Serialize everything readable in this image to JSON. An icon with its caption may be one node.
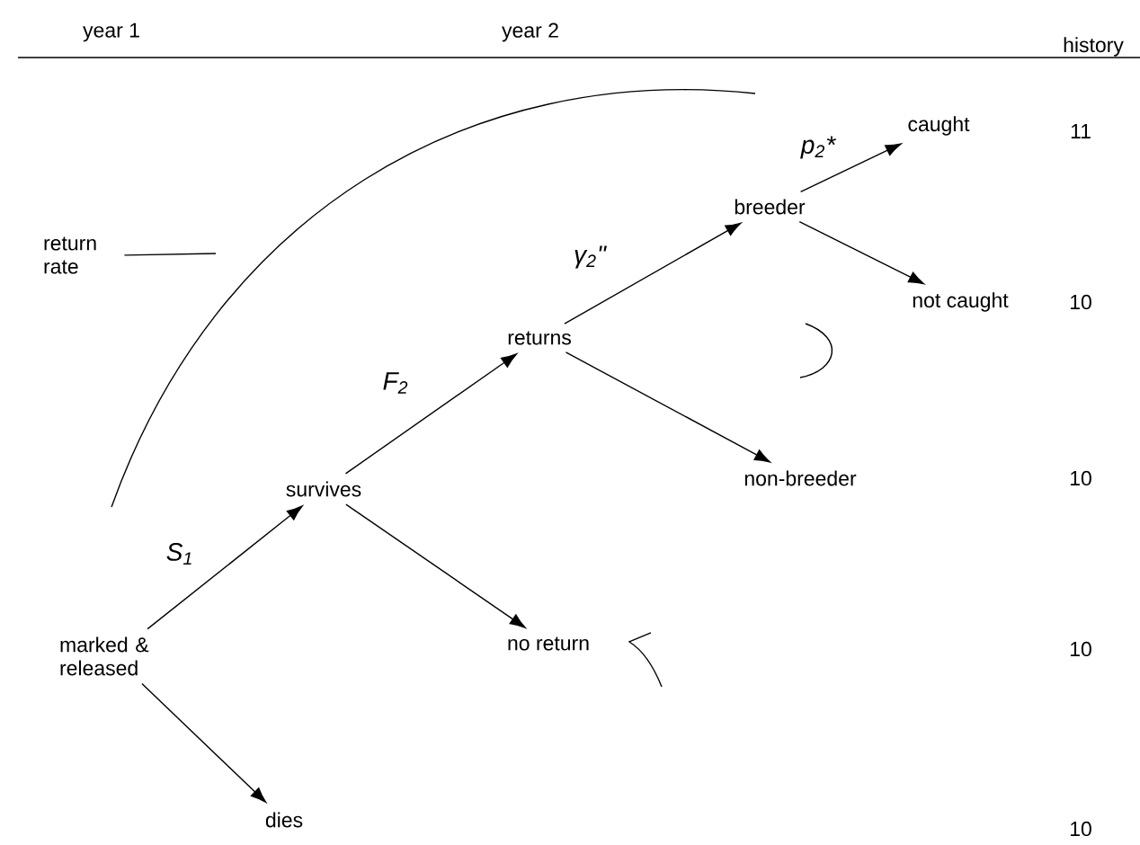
{
  "diagram": {
    "nodes": [
      {
        "text": [
          "marked & released"
        ]
      },
      {
        "text": [
          "survives"
        ]
      },
      {
        "text": [
          "dies"
        ]
      },
      {
        "text": [
          "returns"
        ]
      },
      {
        "text": [
          "no return"
        ]
      },
      {
        "text": [
          "breeder"
        ]
      },
      {
        "text": [
          "non-breeder"
        ]
      },
      {
        "text": [
          "caught"
        ]
      },
      {
        "text": [
          "not caught"
        ]
      },
      {
        "text": [
          "return rate"
        ]
      }
    ],
    "edges": [
      {
        "from": 0,
        "to": 1,
        "arrow": "to",
        "label": "S$_{1}$"
      },
      {
        "from": 0,
        "to": 2,
        "arrow": "to"
      },
      {
        "from": 1,
        "to": 3,
        "arrow": "to",
        "label": "F$_{2}$"
      },
      {
        "from": 1,
        "to": 4,
        "arrow": "to"
      },
      {
        "from": 3,
        "to": 5,
        "arrow": "to",
        "label": "γ$_{2}$\""
      },
      {
        "from": 3,
        "to": 6,
        "arrow": "to"
      },
      {
        "from": 5,
        "to": 7,
        "arrow": "to",
        "label": "p$_{2}$*"
      },
      {
        "from": 5,
        "to": 8,
        "arrow": "to"
      },
      {
        "from": 9,
        "to": null,
        "arrow": "none"
      }
    ],
    "labels": [
      "year 1",
      "year 2",
      "history",
      "11",
      "10",
      "10",
      "10",
      "10"
    ]
  }
}
